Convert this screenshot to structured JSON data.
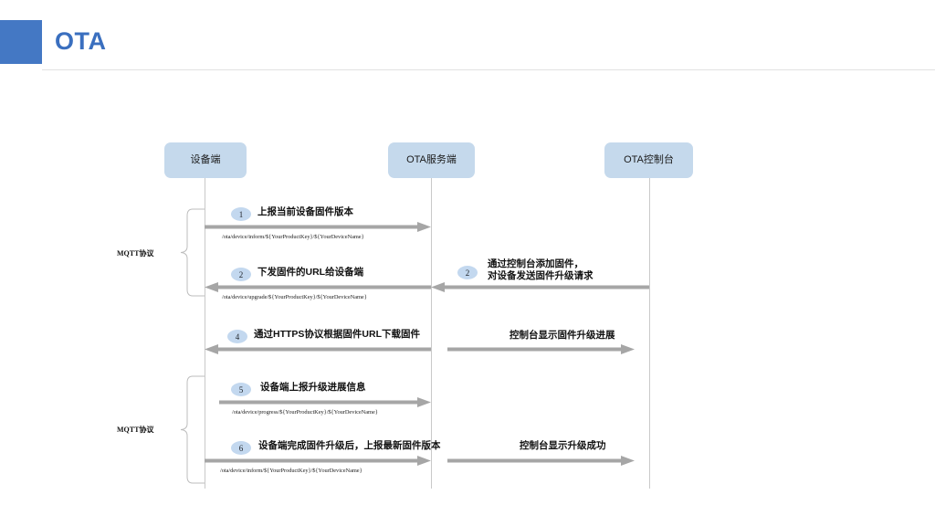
{
  "header": {
    "title": "OTA",
    "accent_color": "#4478c4",
    "title_color": "#3a6fbf"
  },
  "diagram": {
    "type": "sequence-diagram",
    "node_fill": "#c5d9ec",
    "arrow_color": "#a6a6a6",
    "bubble_fill": "#c3d8ef",
    "nodes": [
      {
        "id": "device",
        "label": "设备端"
      },
      {
        "id": "server",
        "label": "OTA服务端"
      },
      {
        "id": "console",
        "label": "OTA控制台"
      }
    ],
    "messages": [
      {
        "step": "1",
        "label": "上报当前设备固件版本",
        "topic": "/ota/device/inform/${YourProductKey}/${YourDeviceName}",
        "direction": "right",
        "from": "device",
        "to": "server"
      },
      {
        "step": "2",
        "label": "下发固件的URL给设备端",
        "topic": "/ota/device/upgrade/${YourProductKey}/${YourDeviceName}",
        "direction": "left",
        "from": "server",
        "to": "device"
      },
      {
        "step": "2",
        "label_line1": "通过控制台添加固件，",
        "label_line2": "对设备发送固件升级请求",
        "topic": "",
        "direction": "left",
        "from": "console",
        "to": "server"
      },
      {
        "step": "4",
        "label": "通过HTTPS协议根据固件URL下载固件",
        "topic": "",
        "direction": "left",
        "from": "server",
        "to": "device"
      },
      {
        "step": "",
        "label": "控制台显示固件升级进展",
        "topic": "",
        "direction": "right",
        "from": "server",
        "to": "console"
      },
      {
        "step": "5",
        "label": "设备端上报升级进展信息",
        "topic": "/ota/device/progress/${YourProductKey}/${YourDeviceName}",
        "direction": "right",
        "from": "device",
        "to": "server"
      },
      {
        "step": "6",
        "label": "设备端完成固件升级后，上报最新固件版本",
        "topic": "/ota/device/inform/${YourProductKey}/${YourDeviceName}",
        "direction": "right",
        "from": "device",
        "to": "server"
      },
      {
        "step": "",
        "label": "控制台显示升级成功",
        "topic": "",
        "direction": "right",
        "from": "server",
        "to": "console"
      }
    ],
    "groups": [
      {
        "id": "group-top",
        "label": "MQTT协议",
        "covers": "1-2"
      },
      {
        "id": "group-bottom",
        "label": "MQTT协议",
        "covers": "5-6"
      }
    ]
  }
}
